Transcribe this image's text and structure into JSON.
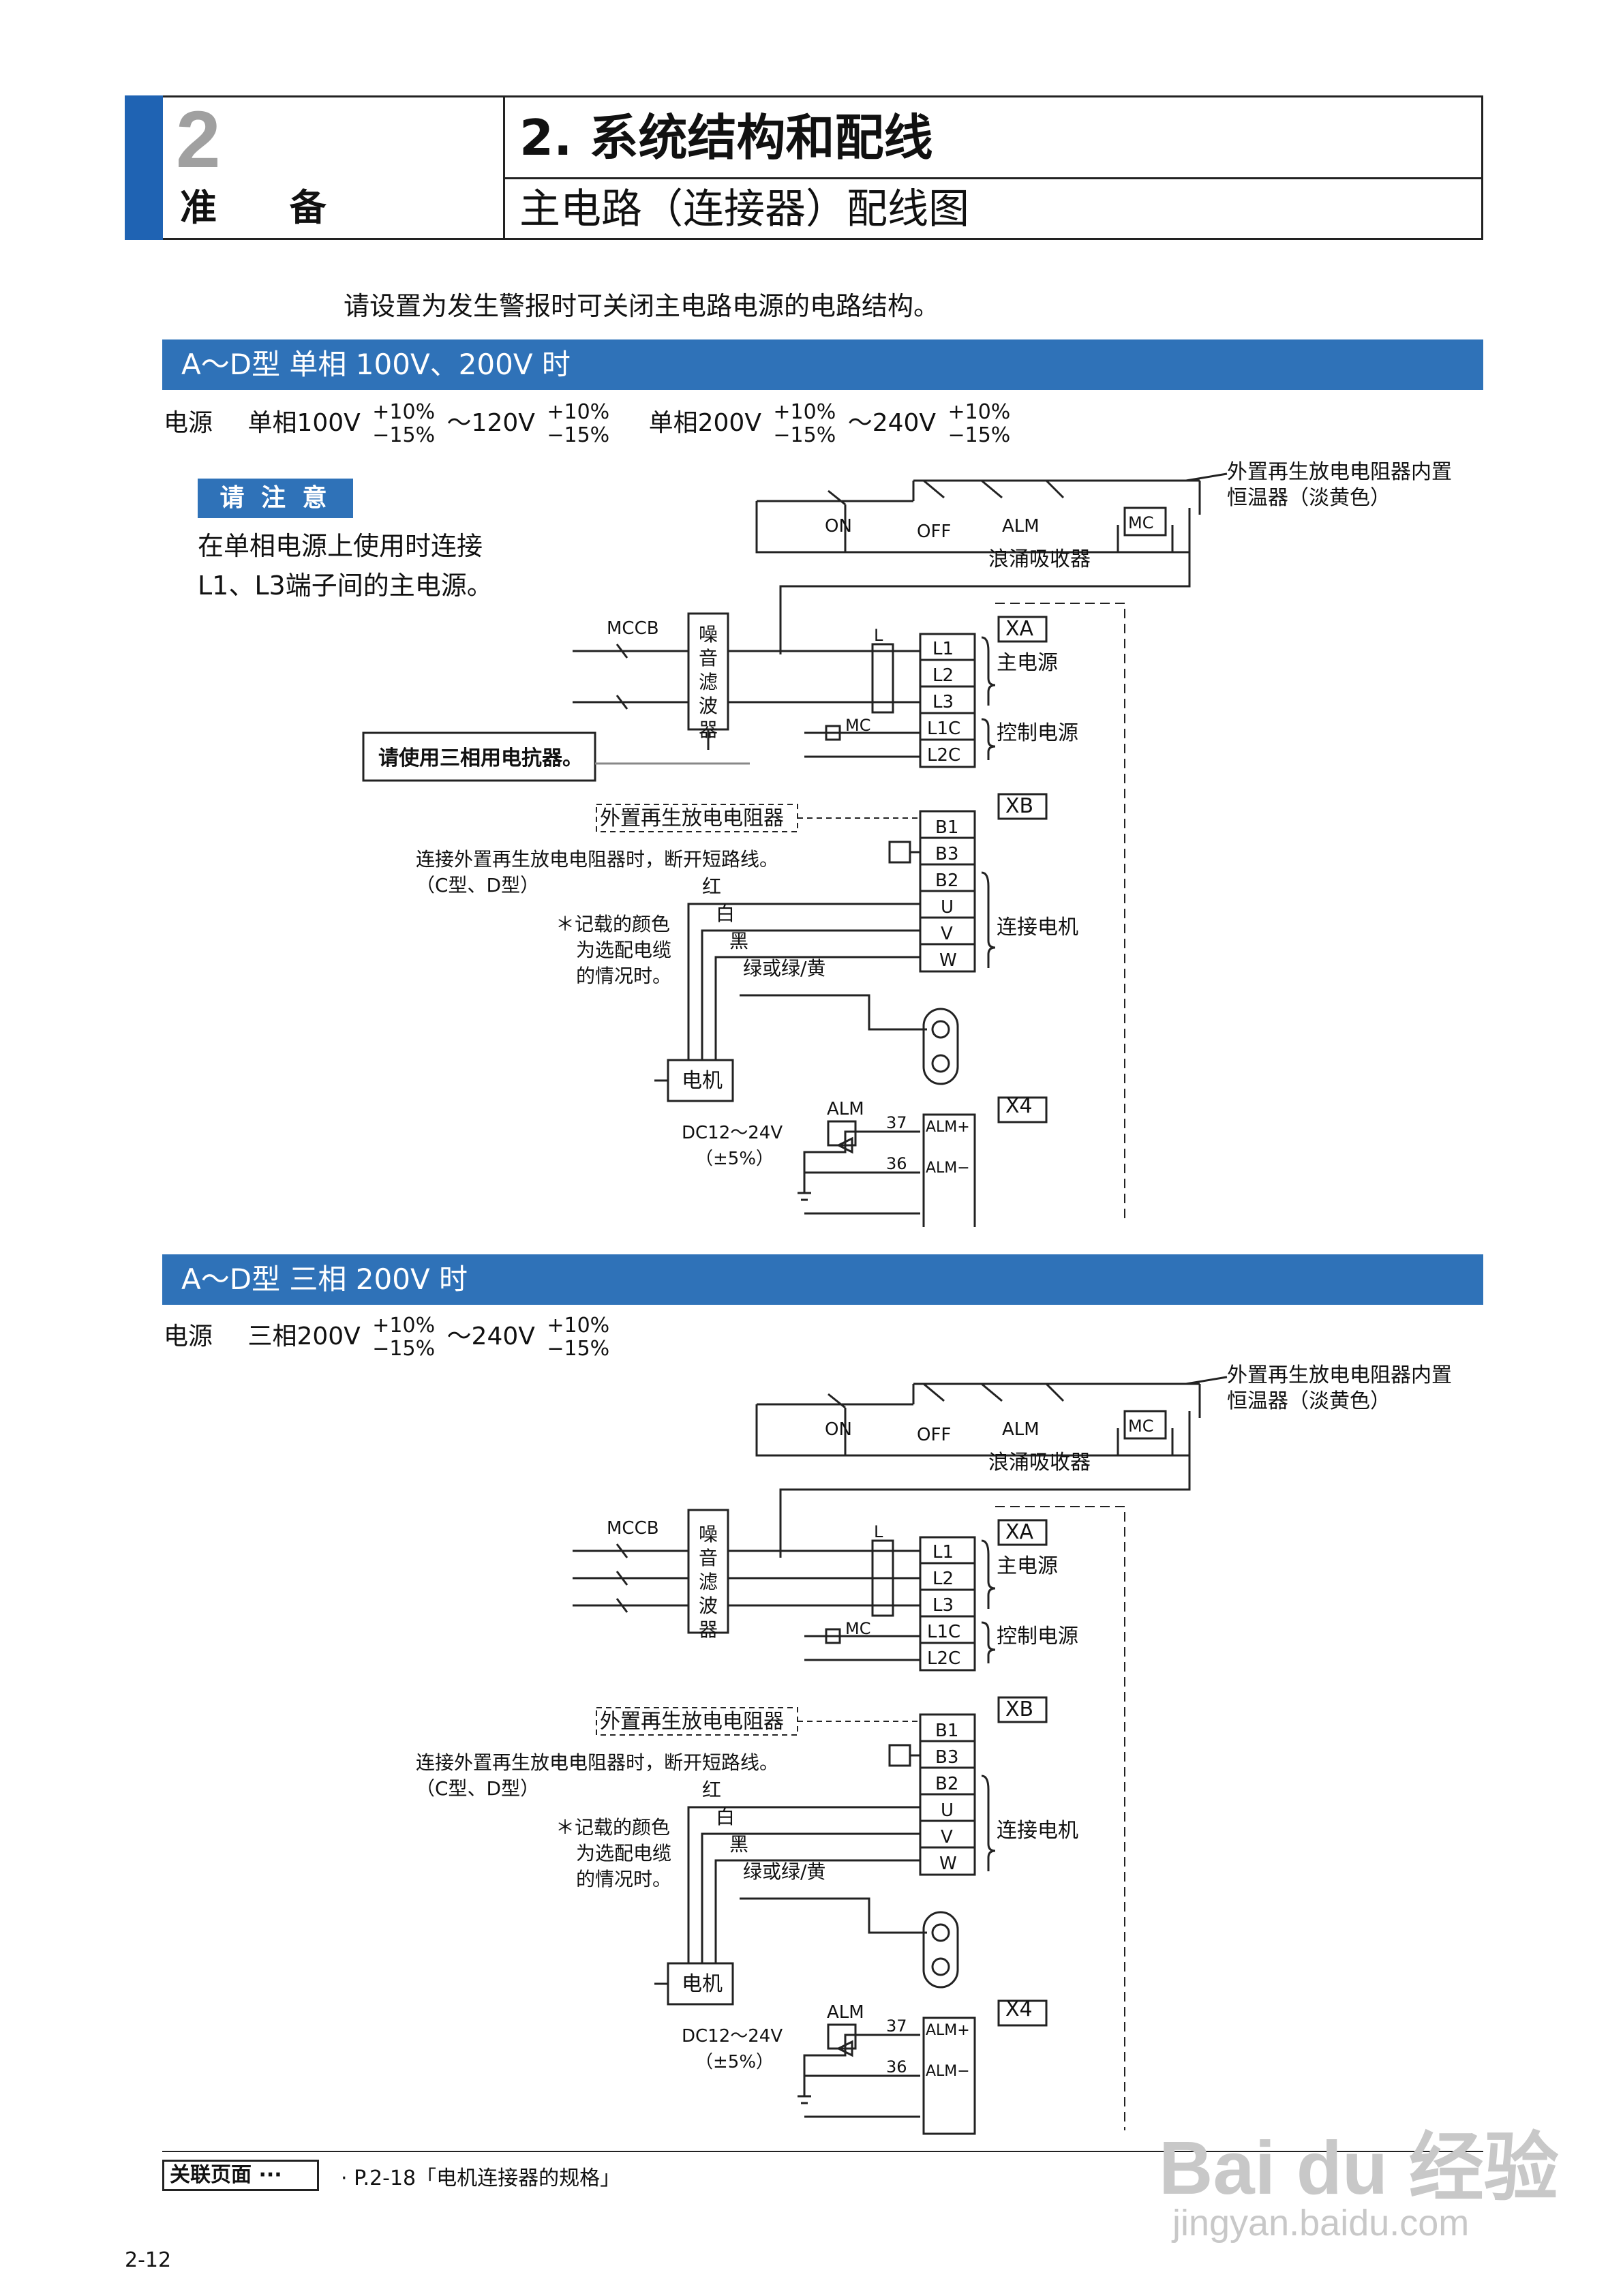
{
  "header": {
    "chapter_number": "2",
    "chapter_name": "准 备",
    "section_title": "2. 系统结构和配线",
    "section_subtitle": "主电路（连接器）配线图"
  },
  "intro": "请设置为发生警报时可关闭主电路电源的电路结构。",
  "section1": {
    "band": "A～D型  单相 100V、200V 时",
    "power_label": "电源",
    "p1_prefix": "单相100V",
    "p1_mid": "～120V",
    "p2_prefix": "单相200V",
    "p2_mid": "～240V",
    "tol_plus": "+10%",
    "tol_minus": "−15%",
    "note_tag": "请 注 意 ···",
    "note_line1": "在单相电源上使用时连接",
    "note_line2": "L1、L3端子间的主电源。",
    "reactor_note": "请使用三相用电抗器。"
  },
  "section2": {
    "band": "A～D型  三相 200V 时",
    "power_label": "电源",
    "p1_prefix": "三相200V",
    "p1_mid": "～240V",
    "tol_plus": "+10%",
    "tol_minus": "−15%"
  },
  "diagram_labels": {
    "thermostat_line1": "外置再生放电电阻器内置",
    "thermostat_line2": "恒温器（淡黄色）",
    "on": "ON",
    "off": "OFF",
    "alm": "ALM",
    "surge": "浪涌吸收器",
    "mc": "MC",
    "mccb": "MCCB",
    "filter": "噪音滤波器",
    "reactor": "L",
    "xa": "XA",
    "xb": "XB",
    "x4": "X4",
    "l1": "L1",
    "l2": "L2",
    "l3": "L3",
    "l1c": "L1C",
    "l2c": "L2C",
    "main_power": "主电源",
    "control_power": "控制电源",
    "b1": "B1",
    "b3": "B3",
    "b2": "B2",
    "u": "U",
    "v": "V",
    "w": "W",
    "connect_motor": "连接电机",
    "ext_resistor": "外置再生放电电阻器",
    "resistor_note": "连接外置再生放电电阻器时，断开短路线。",
    "cd_type": "（C型、D型）",
    "red": "红",
    "white": "白",
    "black": "黑",
    "green": "绿或绿/黄",
    "color_note1": "＊记载的颜色",
    "color_note2": "为选配电缆",
    "color_note3": "的情况时。",
    "motor": "电机",
    "dc": "DC12～24V",
    "dc_tol": "（±5%）",
    "pin37": "37",
    "pin36": "36",
    "alm_plus": "ALM+",
    "alm_minus": "ALM−"
  },
  "footer": {
    "related": "关联页面 ···",
    "ref": "· P.2-18「电机连接器的规格」",
    "page": "2-12"
  },
  "watermark": {
    "logo": "Bai du 经验",
    "url": "jingyan.baidu.com"
  }
}
